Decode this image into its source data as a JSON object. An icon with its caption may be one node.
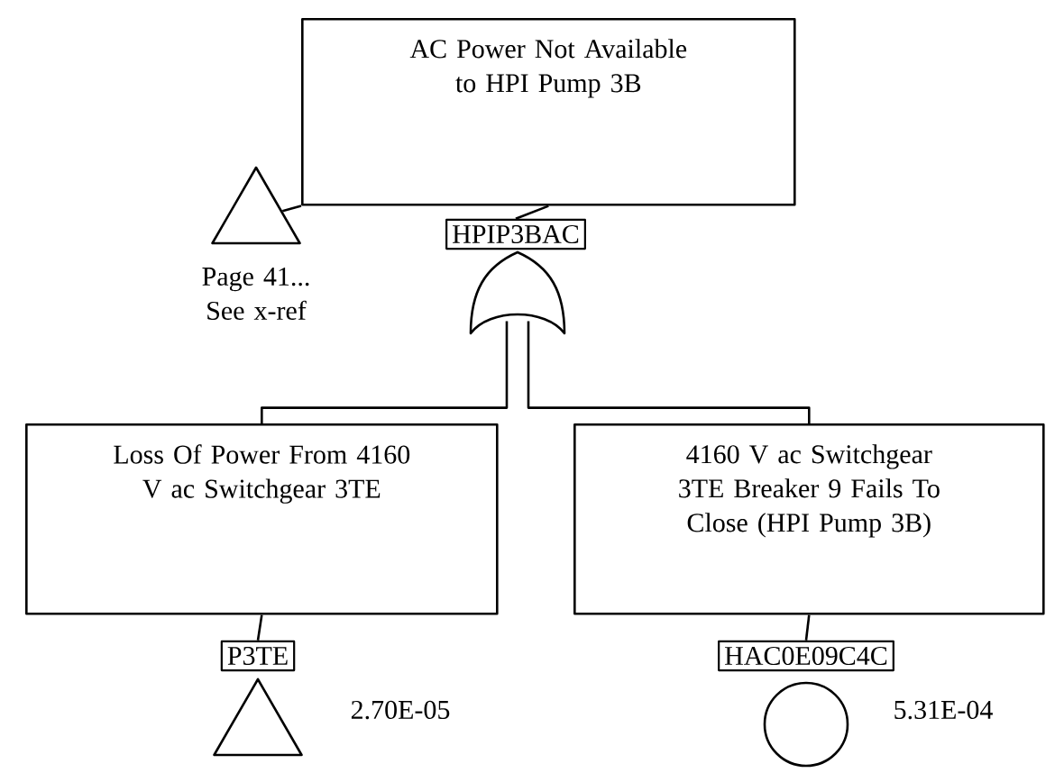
{
  "diagram": {
    "nodes": [
      {
        "text": [
          "AC Power Not Available to HPI Pump 3B"
        ]
      },
      {
        "text": [],
        "shape": "triangle",
        "beside": [
          "Page 41... See x-ref"
        ]
      },
      {
        "text": [
          "HPIP3BAC"
        ]
      },
      {
        "text": [],
        "shape": "gate"
      },
      {
        "text": [
          "Loss Of Power From 4160 V ac Switchgear 3TE"
        ]
      },
      {
        "text": [
          "P3TE"
        ]
      },
      {
        "text": [],
        "shape": "triangle",
        "beside": [
          "2.70E-05"
        ]
      },
      {
        "text": [
          "4160 V ac Switchgear 3TE Breaker 9 Fails To Close (HPI Pump 3B)"
        ]
      },
      {
        "text": [
          "HAC0E09C4C"
        ]
      },
      {
        "text": [],
        "shape": "circle",
        "beside": [
          "5.31E-04"
        ]
      }
    ],
    "edges": [
      {
        "from": 0,
        "to": 1,
        "arrow": "none"
      },
      {
        "from": 0,
        "to": 2,
        "arrow": "none"
      },
      {
        "from": 3,
        "to": 4,
        "arrow": "none"
      },
      {
        "from": 3,
        "to": 7,
        "arrow": "none"
      },
      {
        "from": 4,
        "to": 5,
        "arrow": "none"
      },
      {
        "from": 7,
        "to": 8,
        "arrow": "none"
      }
    ]
  }
}
